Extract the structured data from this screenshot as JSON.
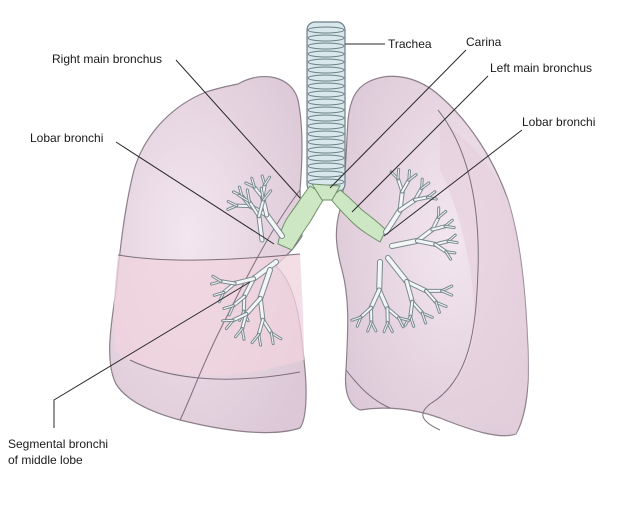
{
  "labels": {
    "trachea": "Trachea",
    "carina": "Carina",
    "right_main_bronchus": "Right main bronchus",
    "left_main_bronchus": "Left main bronchus",
    "lobar_bronchi_right": "Lobar bronchi",
    "lobar_bronchi_left": "Lobar bronchi",
    "segmental_bronchi_line1": "Segmental bronchi",
    "segmental_bronchi_line2": "of middle lobe"
  },
  "colors": {
    "lung_fill": "#ecdde8",
    "upper_lobe_tint": "#e9d9e6",
    "middle_lobe_tint": "#f1d4dc",
    "lower_lobe_tint": "#e6d3df",
    "trachea_fill": "#d6e6ea",
    "bronchus_green": "#cfe8c8",
    "bronchiole": "#f4f6f6"
  }
}
